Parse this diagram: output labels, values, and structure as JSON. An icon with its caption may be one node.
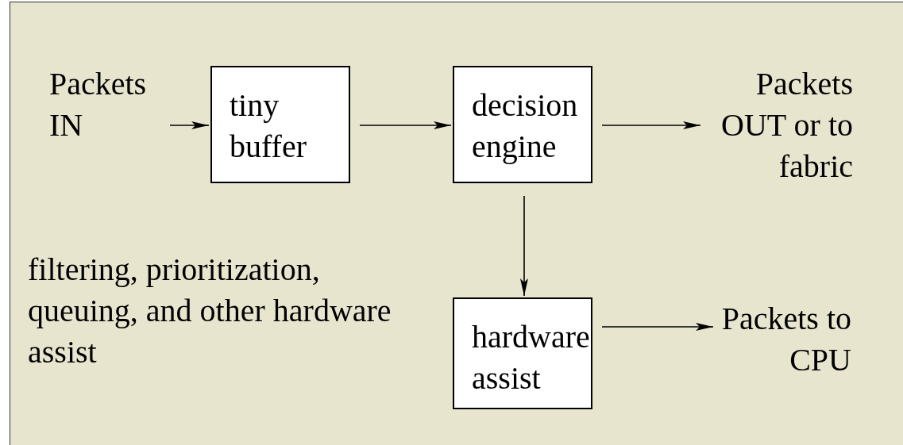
{
  "diagram": {
    "nodes": [
      {
        "text": [
          "Packets IN"
        ]
      },
      {
        "text": [
          "tiny buffer"
        ]
      },
      {
        "text": [
          "decision engine"
        ]
      },
      {
        "text": [
          "Packets OUT or to fabric"
        ]
      },
      {
        "text": [
          "hardware assist"
        ]
      },
      {
        "text": [
          "Packets to CPU"
        ]
      }
    ],
    "edges": [
      {
        "from": 0,
        "to": 1,
        "arrow": "to"
      },
      {
        "from": 1,
        "to": 2,
        "arrow": "to"
      },
      {
        "from": 2,
        "to": 3,
        "arrow": "to"
      },
      {
        "from": 2,
        "to": 4,
        "arrow": "to"
      },
      {
        "from": 4,
        "to": 5,
        "arrow": "to"
      }
    ],
    "labels": [
      "filtering, prioritization, queuing, and other hardware assist"
    ]
  }
}
